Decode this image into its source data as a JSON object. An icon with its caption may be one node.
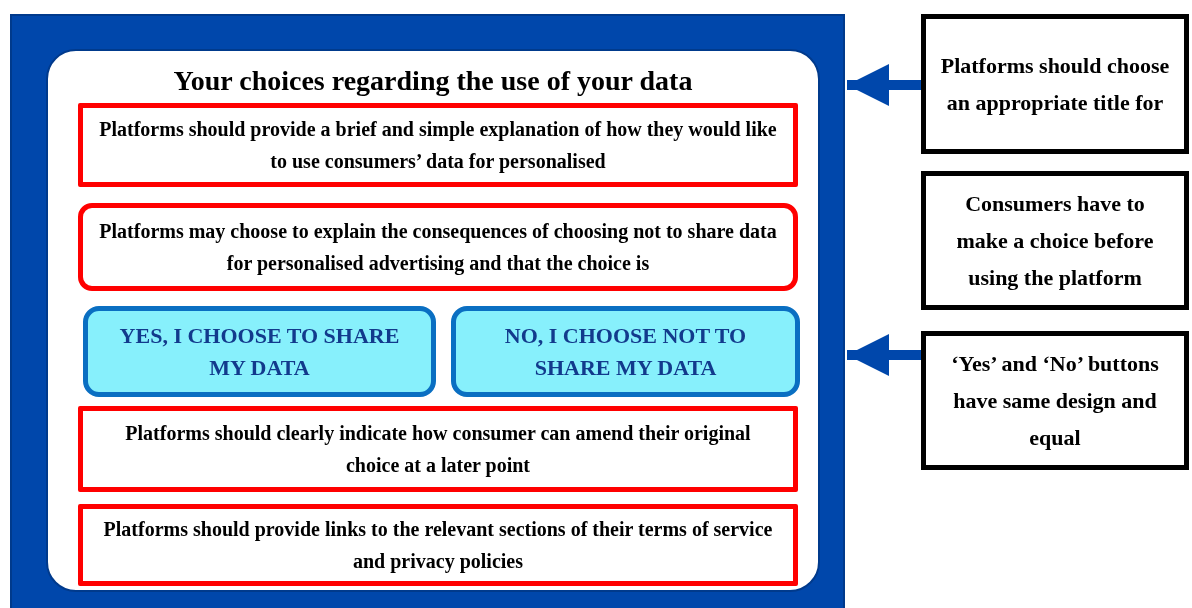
{
  "diagram": {
    "nodes": [
      {
        "text": [],
        "shape": "box"
      },
      {
        "text": [
          "Your choices regarding the use of your data"
        ],
        "in": 0
      },
      {
        "text": [
          "Platforms should provide a brief and simple explanation of how they would like to use consumers’ data for personalised"
        ],
        "in": 1
      },
      {
        "text": [
          "Platforms may choose to explain the consequences of choosing not to share data for personalised advertising and that the choice is"
        ],
        "in": 1
      },
      {
        "text": [
          "YES, I CHOOSE TO SHARE MY DATA"
        ],
        "in": 1
      },
      {
        "text": [
          "NO, I CHOOSE NOT TO SHARE MY DATA"
        ],
        "in": 1
      },
      {
        "text": [
          "Platforms should clearly indicate how consumer can amend their original choice at a later point"
        ],
        "in": 1
      },
      {
        "text": [
          "Platforms should provide links to the relevant sections of their terms of service and privacy policies"
        ],
        "in": 1
      },
      {
        "text": [
          "Platforms should choose an appropriate title for"
        ]
      },
      {
        "text": [
          "Consumers have to make a choice before using the platform"
        ]
      },
      {
        "text": [
          "‘Yes’ and ‘No’ buttons have same design and equal"
        ]
      }
    ],
    "edges": [
      {
        "from": 8,
        "to": 0,
        "arrow": "to"
      },
      {
        "from": 10,
        "to": 0,
        "arrow": "to"
      }
    ]
  }
}
